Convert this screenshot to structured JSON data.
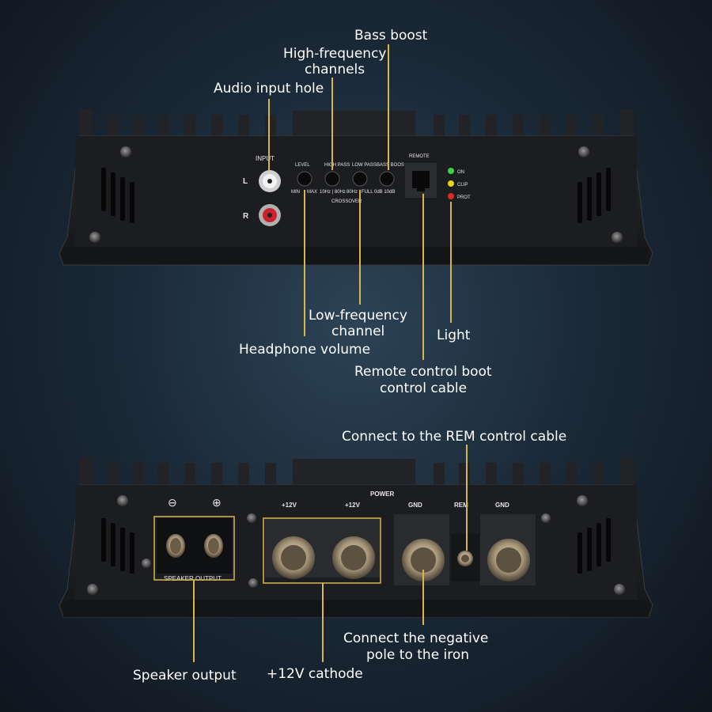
{
  "top_panel": {
    "input_label": "INPUT",
    "channel_l": "L",
    "channel_r": "R",
    "level_label": "LEVEL",
    "level_min": "MIN",
    "level_max": "MAX",
    "high_pass_label": "HIGH PASS",
    "high_pass_range": "10Hz | 80Hz",
    "low_pass_label": "LOW PASS",
    "low_pass_range": "80Hz | FULL",
    "crossover_label": "CROSSOVER",
    "bass_boost_label": "BASS BOOST",
    "bass_boost_range": "0dB  10dB",
    "remote_label": "REMOTE",
    "indicators": [
      {
        "label": "ON",
        "color": "#3fd04a"
      },
      {
        "label": "CLIP",
        "color": "#e8d21c"
      },
      {
        "label": "PROT",
        "color": "#e02a1f"
      }
    ]
  },
  "bottom_panel": {
    "minus_symbol": "⊖",
    "plus_symbol": "⊕",
    "speaker_output_label": "SPEAKER OUTPUT",
    "power_label": "POWER",
    "plus12_a": "+12V",
    "plus12_b": "+12V",
    "gnd_a": "GND",
    "rem": "REM",
    "gnd_b": "GND"
  },
  "callouts": {
    "bass_boost": "Bass boost",
    "high_freq_1": "High-frequency",
    "high_freq_2": "channels",
    "audio_input": "Audio input hole",
    "low_freq_1": "Low-frequency",
    "low_freq_2": "channel",
    "light": "Light",
    "headphone_volume": "Headphone volume",
    "remote_1": "Remote control boot",
    "remote_2": "control cable",
    "rem_cable": "Connect to the REM control cable",
    "negative_1": "Connect the negative",
    "negative_2": "pole to the iron",
    "speaker_output": "Speaker output",
    "cathode": "+12V cathode"
  },
  "colors": {
    "callout_line": "#d9b64a",
    "chassis": "#1b1c1e"
  }
}
